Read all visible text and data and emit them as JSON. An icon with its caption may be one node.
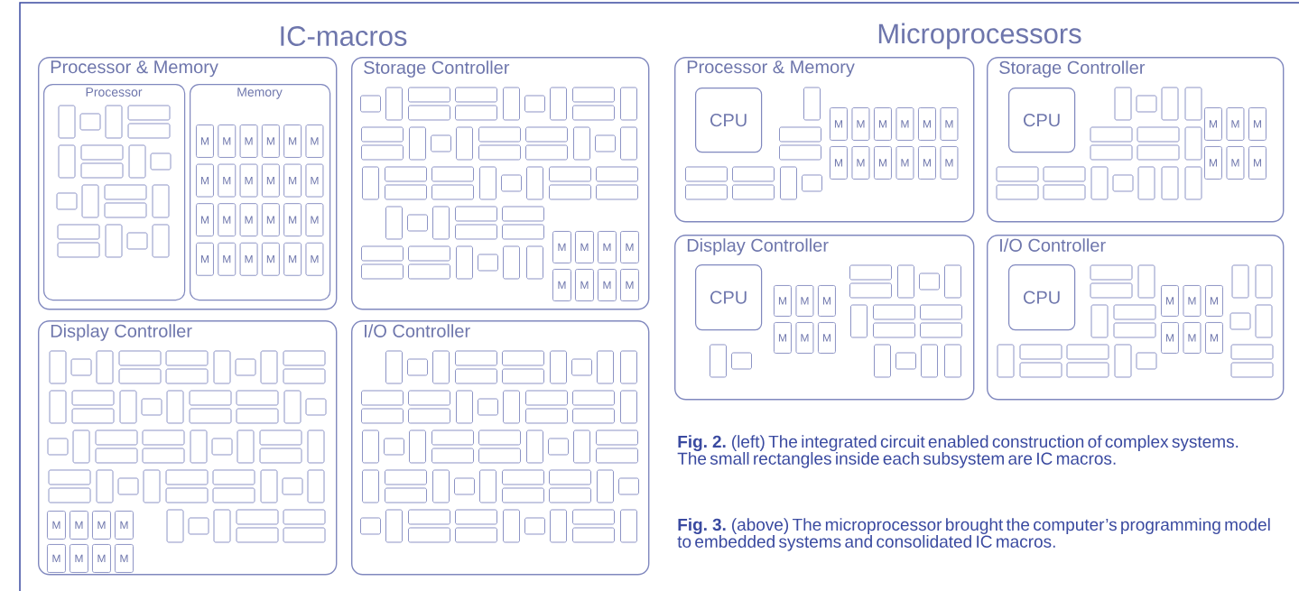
{
  "diagram": {
    "nodes": [
      {
        "text": [
          "Processor & Memory"
        ]
      },
      {
        "text": [
          "Processor"
        ],
        "in": 0
      },
      {
        "text": [
          "Memory"
        ],
        "in": 0
      },
      {
        "text": [
          "M"
        ],
        "in": 2
      },
      {
        "text": [
          "M"
        ],
        "in": 2
      },
      {
        "text": [
          "M"
        ],
        "in": 2
      },
      {
        "text": [
          "M"
        ],
        "in": 2
      },
      {
        "text": [
          "M"
        ],
        "in": 2
      },
      {
        "text": [
          "M"
        ],
        "in": 2
      },
      {
        "text": [
          "M"
        ],
        "in": 2
      },
      {
        "text": [
          "M"
        ],
        "in": 2
      },
      {
        "text": [
          "M"
        ],
        "in": 2
      },
      {
        "text": [
          "M"
        ],
        "in": 2
      },
      {
        "text": [
          "M"
        ],
        "in": 2
      },
      {
        "text": [
          "M"
        ],
        "in": 2
      },
      {
        "text": [
          "M"
        ],
        "in": 2
      },
      {
        "text": [
          "M"
        ],
        "in": 2
      },
      {
        "text": [
          "M"
        ],
        "in": 2
      },
      {
        "text": [
          "M"
        ],
        "in": 2
      },
      {
        "text": [
          "M"
        ],
        "in": 2
      },
      {
        "text": [
          "M"
        ],
        "in": 2
      },
      {
        "text": [
          "M"
        ],
        "in": 2
      },
      {
        "text": [
          "M"
        ],
        "in": 2
      },
      {
        "text": [
          "M"
        ],
        "in": 2
      },
      {
        "text": [
          "M"
        ],
        "in": 2
      },
      {
        "text": [
          "M"
        ],
        "in": 2
      },
      {
        "text": [
          "M"
        ],
        "in": 2
      },
      {
        "text": [
          "Storage Controller"
        ]
      },
      {
        "text": [
          "M"
        ],
        "in": 27
      },
      {
        "text": [
          "M"
        ],
        "in": 27
      },
      {
        "text": [
          "M"
        ],
        "in": 27
      },
      {
        "text": [
          "M"
        ],
        "in": 27
      },
      {
        "text": [
          "M"
        ],
        "in": 27
      },
      {
        "text": [
          "M"
        ],
        "in": 27
      },
      {
        "text": [
          "M"
        ],
        "in": 27
      },
      {
        "text": [
          "M"
        ],
        "in": 27
      },
      {
        "text": [
          "Display Controller"
        ]
      },
      {
        "text": [
          "M"
        ],
        "in": 36
      },
      {
        "text": [
          "M"
        ],
        "in": 36
      },
      {
        "text": [
          "M"
        ],
        "in": 36
      },
      {
        "text": [
          "M"
        ],
        "in": 36
      },
      {
        "text": [
          "M"
        ],
        "in": 36
      },
      {
        "text": [
          "M"
        ],
        "in": 36
      },
      {
        "text": [
          "M"
        ],
        "in": 36
      },
      {
        "text": [
          "M"
        ],
        "in": 36
      },
      {
        "text": [
          "I/O Controller"
        ]
      },
      {
        "text": [
          "Processor & Memory"
        ]
      },
      {
        "text": [
          "CPU"
        ],
        "in": 46
      },
      {
        "text": [
          "M"
        ],
        "in": 46
      },
      {
        "text": [
          "M"
        ],
        "in": 46
      },
      {
        "text": [
          "M"
        ],
        "in": 46
      },
      {
        "text": [
          "M"
        ],
        "in": 46
      },
      {
        "text": [
          "M"
        ],
        "in": 46
      },
      {
        "text": [
          "M"
        ],
        "in": 46
      },
      {
        "text": [
          "M"
        ],
        "in": 46
      },
      {
        "text": [
          "M"
        ],
        "in": 46
      },
      {
        "text": [
          "M"
        ],
        "in": 46
      },
      {
        "text": [
          "M"
        ],
        "in": 46
      },
      {
        "text": [
          "M"
        ],
        "in": 46
      },
      {
        "text": [
          "M"
        ],
        "in": 46
      },
      {
        "text": [
          "Storage Controller"
        ]
      },
      {
        "text": [
          "CPU"
        ],
        "in": 60
      },
      {
        "text": [
          "M"
        ],
        "in": 60
      },
      {
        "text": [
          "M"
        ],
        "in": 60
      },
      {
        "text": [
          "M"
        ],
        "in": 60
      },
      {
        "text": [
          "M"
        ],
        "in": 60
      },
      {
        "text": [
          "M"
        ],
        "in": 60
      },
      {
        "text": [
          "M"
        ],
        "in": 60
      },
      {
        "text": [
          "Display Controller"
        ]
      },
      {
        "text": [
          "CPU"
        ],
        "in": 68
      },
      {
        "text": [
          "M"
        ],
        "in": 68
      },
      {
        "text": [
          "M"
        ],
        "in": 68
      },
      {
        "text": [
          "M"
        ],
        "in": 68
      },
      {
        "text": [
          "M"
        ],
        "in": 68
      },
      {
        "text": [
          "M"
        ],
        "in": 68
      },
      {
        "text": [
          "M"
        ],
        "in": 68
      },
      {
        "text": [
          "I/O Controller"
        ]
      },
      {
        "text": [
          "CPU"
        ],
        "in": 76
      },
      {
        "text": [
          "M"
        ],
        "in": 76
      },
      {
        "text": [
          "M"
        ],
        "in": 76
      },
      {
        "text": [
          "M"
        ],
        "in": 76
      },
      {
        "text": [
          "M"
        ],
        "in": 76
      },
      {
        "text": [
          "M"
        ],
        "in": 76
      },
      {
        "text": [
          "M"
        ],
        "in": 76
      }
    ],
    "labels": [
      "IC-macros",
      "Microprocessors",
      "**Fig. 2.** (left) The integrated circuit enabled construction of complex systems. The small rectangles inside each subsystem are IC macros.",
      "**Fig. 3.** (above) The microprocessor brought the computer’s programming model to embedded systems and consolidated IC macros."
    ]
  }
}
